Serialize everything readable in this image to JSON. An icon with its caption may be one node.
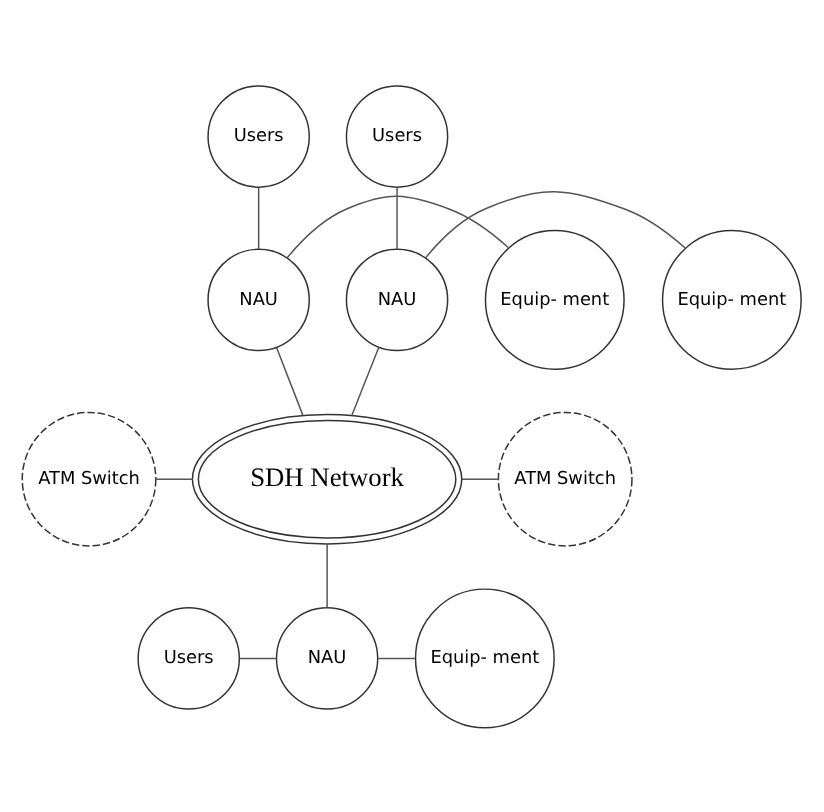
{
  "diagram": {
    "nodes": [
      {
        "text": [
          "Users"
        ]
      },
      {
        "text": [
          "Users"
        ]
      },
      {
        "text": [
          "Equip- ment"
        ]
      },
      {
        "text": [
          "NAU"
        ]
      },
      {
        "text": [
          "NAU"
        ]
      },
      {
        "text": [
          "Equip- ment"
        ]
      },
      {
        "text": [
          "ATM Switch"
        ]
      },
      {
        "text": [
          "SDH Network"
        ]
      },
      {
        "text": [
          "ATM Switch"
        ]
      },
      {
        "text": [
          "Users"
        ]
      },
      {
        "text": [
          "NAU"
        ]
      },
      {
        "text": [
          "Equip- ment"
        ]
      }
    ],
    "edges": [
      {
        "from": 0,
        "to": 3,
        "arrow": "none"
      },
      {
        "from": 1,
        "to": 4,
        "arrow": "none"
      },
      {
        "from": 2,
        "to": 3,
        "arrow": "none"
      },
      {
        "from": 4,
        "to": 5,
        "arrow": "none"
      },
      {
        "from": 3,
        "to": 7,
        "arrow": "none"
      },
      {
        "from": 4,
        "to": 7,
        "arrow": "none"
      },
      {
        "from": 6,
        "to": 7,
        "arrow": "none"
      },
      {
        "from": 7,
        "to": 8,
        "arrow": "none"
      },
      {
        "from": 7,
        "to": 10,
        "arrow": "none"
      },
      {
        "from": 9,
        "to": 10,
        "arrow": "none"
      },
      {
        "from": 10,
        "to": 11,
        "arrow": "none"
      }
    ]
  }
}
